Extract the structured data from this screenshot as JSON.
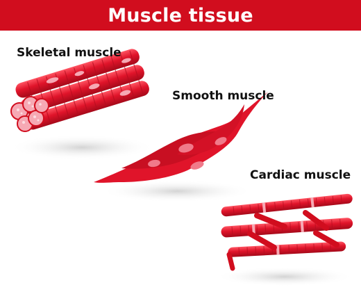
{
  "title": "Muscle tissue",
  "labels": {
    "skeletal": "Skeletal muscle",
    "smooth": "Smooth muscle",
    "cardiac": "Cardiac muscle"
  },
  "colors": {
    "banner": "#d10d1e",
    "muscle_red": "#e0142a",
    "muscle_dark": "#a50a1a",
    "fiber_pink": "#f6a9b4",
    "nucleus_pink": "#f07a8a"
  }
}
